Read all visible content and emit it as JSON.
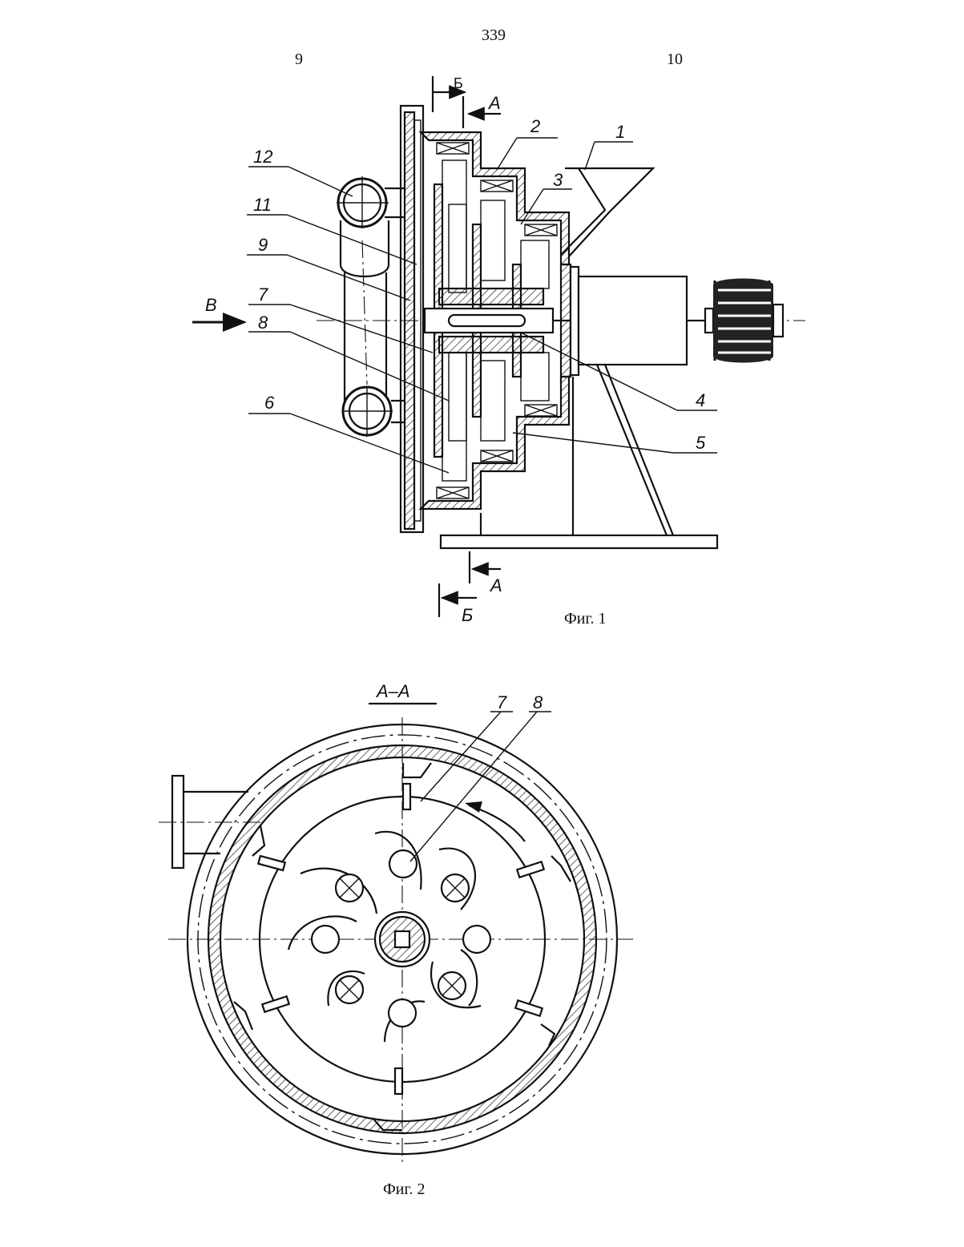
{
  "header": {
    "page_number": "339",
    "column_left": "9",
    "column_right": "10"
  },
  "figure1": {
    "caption": "Фиг. 1",
    "section_marks": {
      "a_top": "А",
      "b_top": "Б",
      "a_bottom": "А",
      "b_bottom": "Б"
    },
    "arrow_label": "В",
    "callouts": [
      "1",
      "2",
      "3",
      "4",
      "5",
      "6",
      "7",
      "8",
      "9",
      "11",
      "12"
    ]
  },
  "figure2": {
    "caption": "Фиг. 2",
    "section_title": "А–А",
    "callouts": [
      "7",
      "8"
    ]
  }
}
